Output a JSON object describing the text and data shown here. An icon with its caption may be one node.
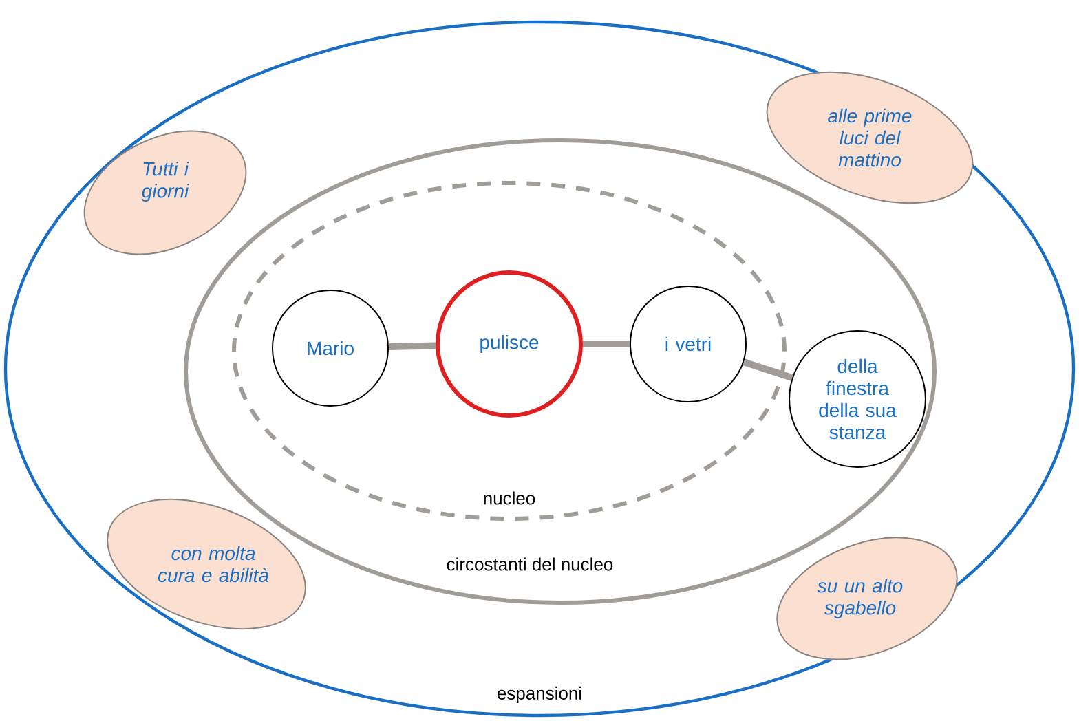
{
  "diagram": {
    "nodes": [
      {
        "text": [
          "espansioni"
        ]
      },
      {
        "text": [
          "circostanti del nucleo"
        ],
        "in": 0
      },
      {
        "text": [
          "nucleo"
        ],
        "in": 1
      },
      {
        "text": [
          "Mario"
        ],
        "in": 2
      },
      {
        "text": [
          "pulisce"
        ],
        "in": 2
      },
      {
        "text": [
          "i vetri"
        ],
        "in": 2
      },
      {
        "text": [
          "della finestra della sua stanza"
        ],
        "in": 1
      },
      {
        "text": [
          "Tutti i giorni"
        ],
        "in": 0
      },
      {
        "text": [
          "alle prime luci del mattino"
        ],
        "in": 0
      },
      {
        "text": [
          "con molta cura e abilità"
        ],
        "in": 0
      },
      {
        "text": [
          "su un alto sgabello"
        ],
        "in": 0
      }
    ],
    "edges": [
      {
        "from": 3,
        "to": 4,
        "arrow": "none"
      },
      {
        "from": 4,
        "to": 5,
        "arrow": "none"
      },
      {
        "from": 5,
        "to": 6,
        "arrow": "none"
      }
    ]
  }
}
